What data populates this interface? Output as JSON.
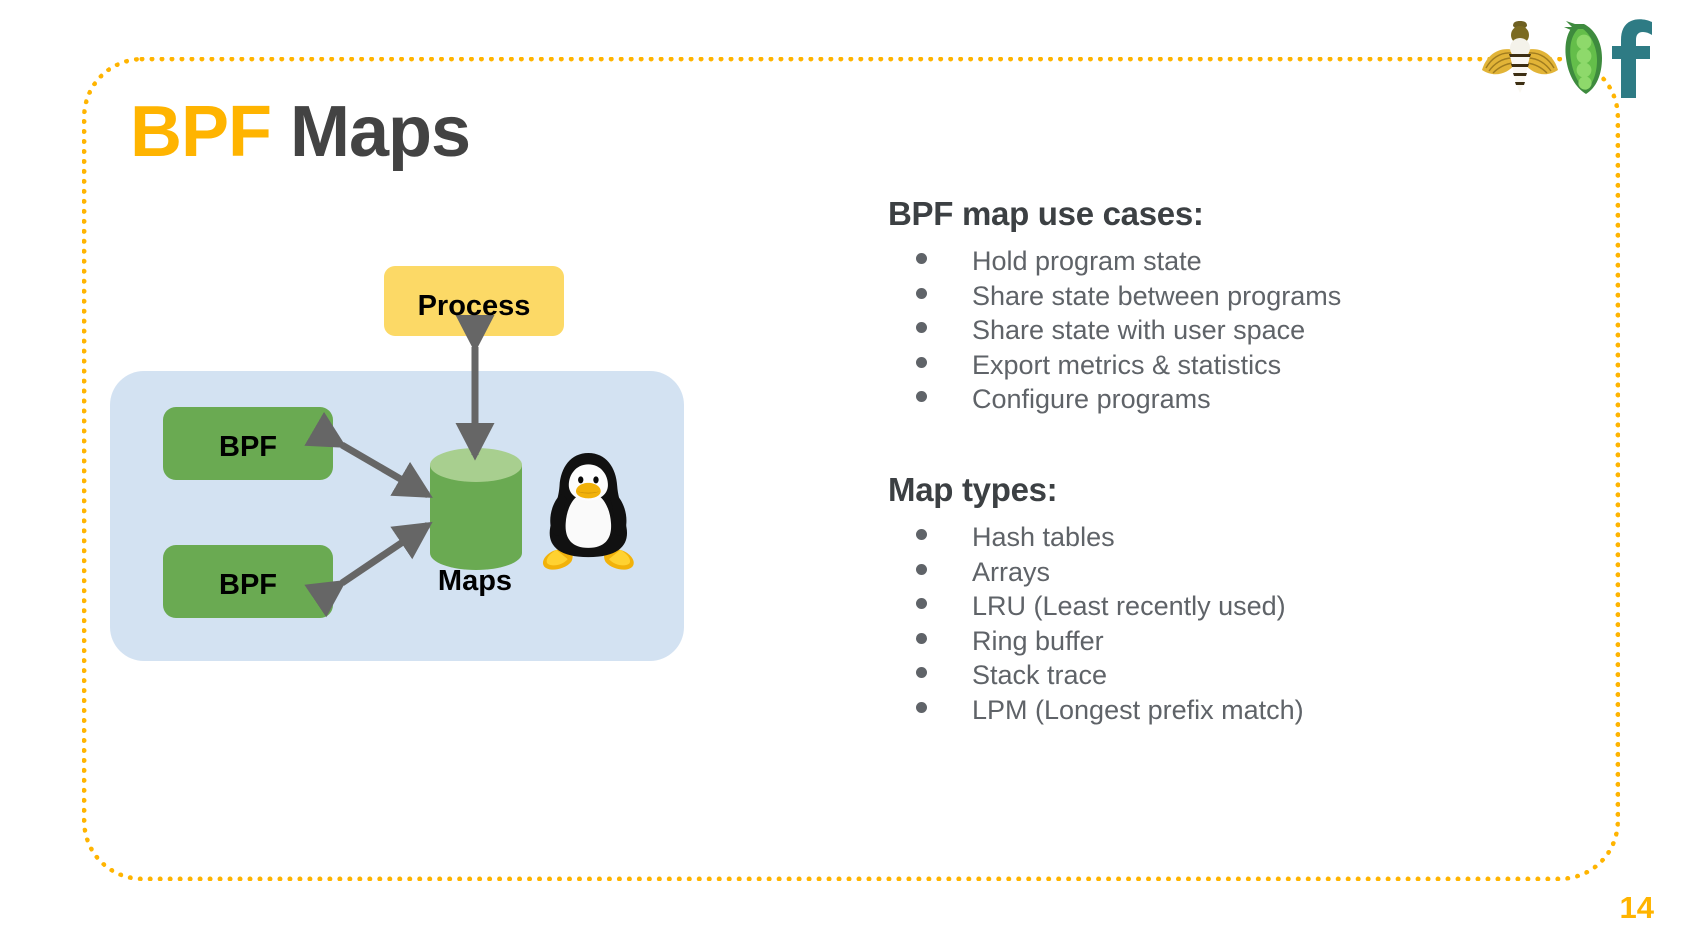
{
  "slide": {
    "title_accent": "BPF",
    "title_rest": " Maps",
    "page_number": "14",
    "accent_color": "#FFB400",
    "title_color": "#434343"
  },
  "logos": [
    {
      "name": "bee-logo",
      "alt": "bee"
    },
    {
      "name": "pea-pod-logo",
      "alt": "pea pod"
    },
    {
      "name": "f-letter-logo",
      "alt": "f"
    }
  ],
  "diagram": {
    "process_label": "Process",
    "bpf_label_1": "BPF",
    "bpf_label_2": "BPF",
    "maps_label": "Maps",
    "colors": {
      "kernel_panel": "#D3E2F2",
      "process_box": "#FCD966",
      "bpf_box": "#6AAA52",
      "cylinder_body": "#6AAA52",
      "cylinder_top": "#A8CF8F",
      "arrow": "#666666"
    }
  },
  "use_cases": {
    "heading": "BPF map use cases:",
    "items": [
      "Hold program state",
      "Share state between programs",
      "Share state with user space",
      "Export metrics & statistics",
      "Configure programs"
    ]
  },
  "map_types": {
    "heading": "Map types:",
    "items": [
      "Hash tables",
      "Arrays",
      "LRU (Least recently used)",
      "Ring buffer",
      "Stack trace",
      "LPM (Longest prefix match)"
    ]
  }
}
